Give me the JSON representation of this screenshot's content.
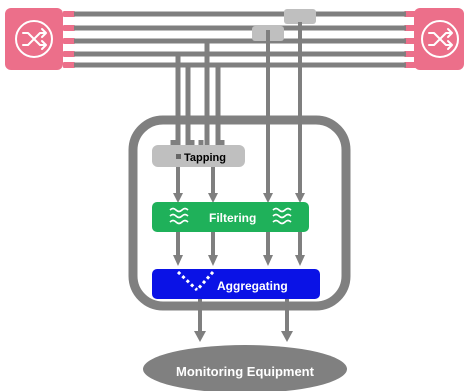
{
  "labels": {
    "tapping": "Tapping",
    "filtering": "Filtering",
    "aggregating": "Aggregating",
    "monitoring": "Monitoring Equipment"
  },
  "colors": {
    "switch": "#ec6f8a",
    "switch_symbol": "#ffffff",
    "cable": "#7f7f7f",
    "box_outline": "#808080",
    "tapping": "#bfbfbf",
    "filtering": "#1fb15a",
    "aggregating": "#0a12e6",
    "monitoring": "#808080",
    "label_on_dark": "#ffffff",
    "label_on_light": "#000000"
  },
  "icons": {
    "left_switch": "network-switch-icon",
    "right_switch": "network-switch-icon",
    "filter": "wave-filter-icon",
    "merge": "merge-arrows-icon"
  }
}
